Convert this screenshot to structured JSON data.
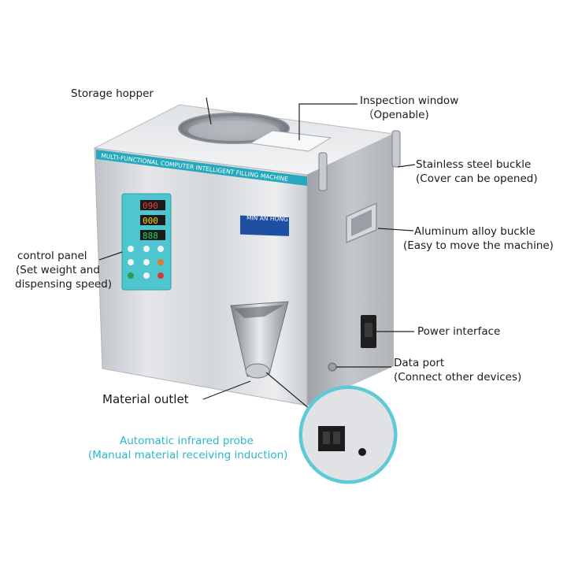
{
  "labels": {
    "storage_hopper": "Storage hopper",
    "inspection_window": "Inspection window",
    "inspection_window_sub": "（Openable)",
    "buckle": "Stainless steel buckle",
    "buckle_sub": "(Cover can be opened)",
    "alloy_buckle": "Aluminum alloy buckle",
    "alloy_buckle_sub": "(Easy to move the machine)",
    "control_panel": "control panel",
    "control_panel_sub1": "(Set weight and",
    "control_panel_sub2": "dispensing speed)",
    "power_interface": "Power interface",
    "data_port": "Data port",
    "data_port_sub": "(Connect other devices)",
    "material_outlet": "Material outlet",
    "probe": "Automatic infrared probe",
    "probe_sub": "(Manual material receiving induction)"
  },
  "machine": {
    "banner_text": "MULTI-FUNCTIONAL COMPUTER INTELLIGENT FILLING MACHINE",
    "brand": "MIN AN HONG",
    "display1": "090",
    "display2": "000",
    "display3": "888"
  },
  "colors": {
    "accent": "#2bb7c9",
    "steel_light": "#e9ebee",
    "steel_dark": "#a9adb3"
  }
}
